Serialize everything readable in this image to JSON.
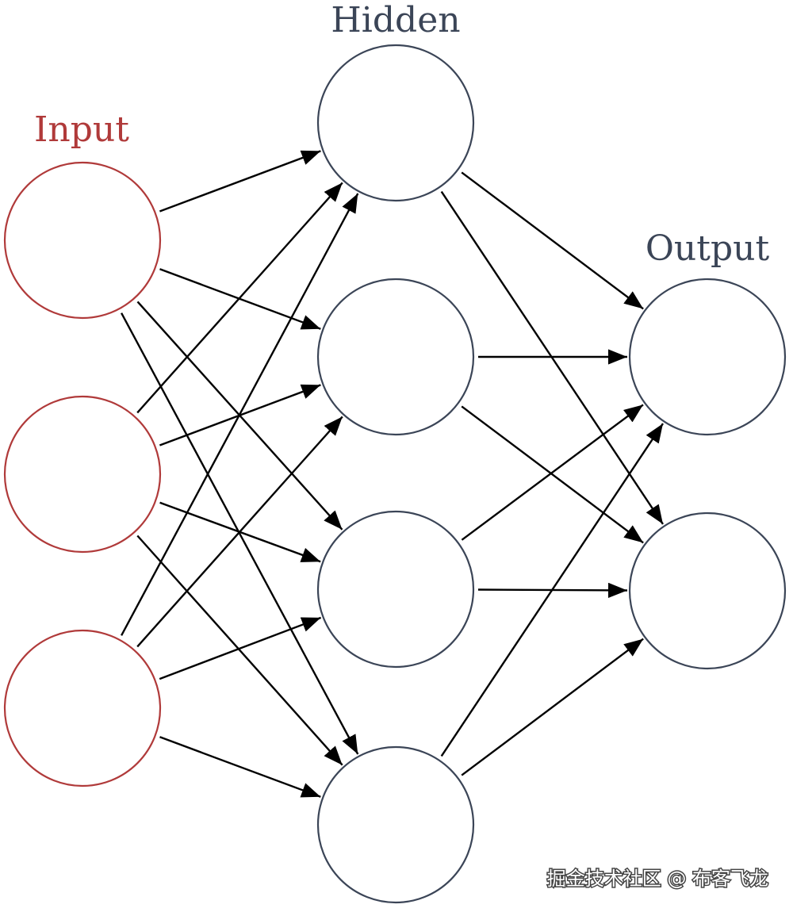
{
  "diagram": {
    "layers": [
      {
        "label": "Input",
        "node_count": 3,
        "color": "#b03a3a"
      },
      {
        "label": "Hidden",
        "node_count": 4,
        "color": "#3b4557"
      },
      {
        "label": "Output",
        "node_count": 2,
        "color": "#3b4557"
      }
    ],
    "connections": "fully-connected between consecutive layers",
    "edge_color": "#000000"
  },
  "watermark": "掘金技术社区 @ 布客飞龙"
}
